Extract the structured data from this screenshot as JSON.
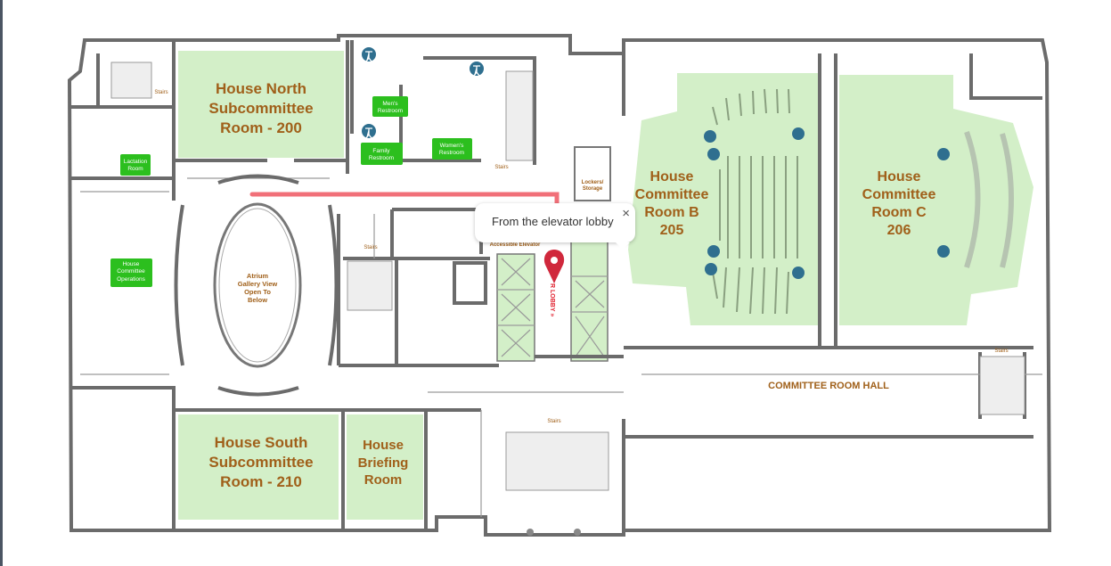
{
  "rooms": {
    "north": [
      "House North",
      "Subcommittee",
      "Room - 200"
    ],
    "south": [
      "House South",
      "Subcommittee",
      "Room - 210"
    ],
    "briefing": [
      "House",
      "Briefing",
      "Room"
    ],
    "room_b": [
      "House",
      "Committee",
      "Room B",
      "205"
    ],
    "room_c": [
      "House",
      "Committee",
      "Room C",
      "206"
    ],
    "atrium": [
      "Atrium",
      "Gallery View",
      "Open To",
      "Below"
    ],
    "hall": "COMMITTEE ROOM HALL"
  },
  "tags": {
    "lactation": [
      "Lactation",
      "Room"
    ],
    "operations": [
      "House",
      "Committee",
      "Operations"
    ],
    "mens": [
      "Men's",
      "Restroom"
    ],
    "family": [
      "Family",
      "Restroom"
    ],
    "womens": [
      "Women's",
      "Restroom"
    ]
  },
  "small_labels": {
    "stairs": "Stairs",
    "lockers": [
      "Lockers/",
      "Storage"
    ],
    "accessible_elevator": "Accessible Elevator",
    "lobby": "R LOBBY »"
  },
  "tooltip": {
    "text": "From the elevator lobby",
    "close": "×"
  },
  "colors": {
    "room": "#d3efc8",
    "tag": "#2cbf1e",
    "route": "#f0606a",
    "pin": "#d0283c",
    "label": "#a0601a"
  }
}
